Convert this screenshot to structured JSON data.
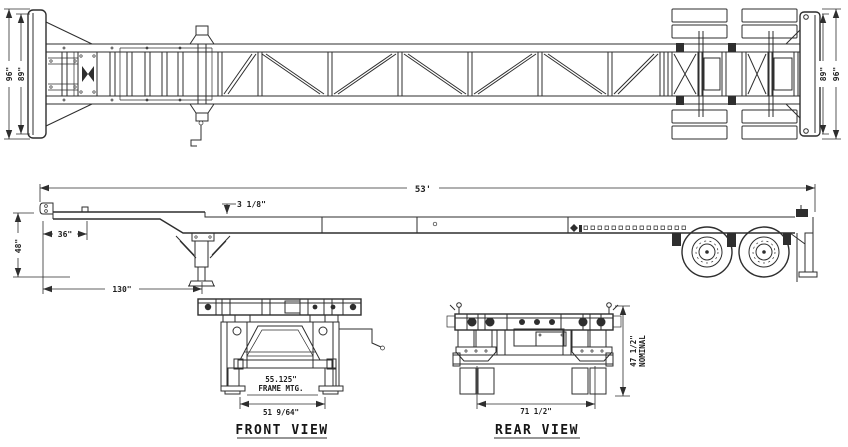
{
  "drawing": {
    "views": {
      "top": {
        "dims": {
          "left_outer": "96\"",
          "left_inner": "89\"",
          "right_inner": "89\"",
          "right_outer": "96\""
        }
      },
      "side": {
        "dims": {
          "overall_length": "53'",
          "kingpin_setback": "36\"",
          "front_height": "48\"",
          "landing_gear_position": "130\"",
          "neck_drop": "3 1/8\""
        }
      },
      "front": {
        "label": "FRONT VIEW",
        "dims": {
          "frame_mtg_value": "55.125\"",
          "frame_mtg_caption": "FRAME MTG.",
          "outer_width": "51 9/64\""
        }
      },
      "rear": {
        "label": "REAR VIEW",
        "dims": {
          "tire_track": "71 1/2\"",
          "height_value": "47 1/2\"",
          "height_caption": "NOMINAL"
        }
      }
    }
  }
}
